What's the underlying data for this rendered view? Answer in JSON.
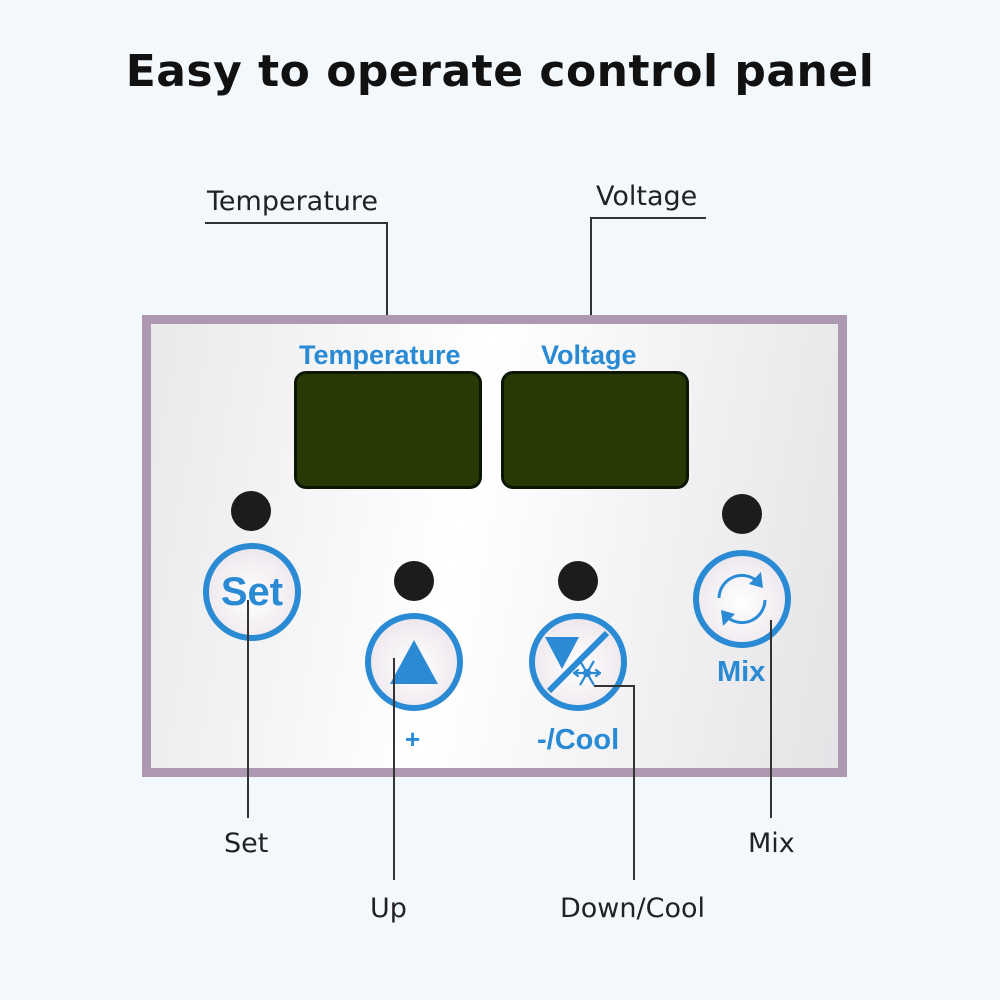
{
  "title": "Easy to operate control panel",
  "callouts": {
    "temperature": "Temperature",
    "voltage": "Voltage",
    "set": "Set",
    "up": "Up",
    "down_cool": "Down/Cool",
    "mix": "Mix"
  },
  "panel": {
    "temperature_label": "Temperature",
    "voltage_label": "Voltage",
    "set_button_label": "Set",
    "plus_label": "+",
    "minus_label": "-",
    "cool_label": "/Cool",
    "mix_label": "Mix"
  },
  "colors": {
    "accent_blue": "#2a8ad4",
    "panel_border": "#ad98b2",
    "display_green": "#283905",
    "led": "#1c1c1c",
    "background": "#f3f8fd"
  },
  "icons": {
    "up": "triangle-up-icon",
    "down_cool": "triangle-down-snowflake-icon",
    "mix": "circular-arrows-icon"
  }
}
